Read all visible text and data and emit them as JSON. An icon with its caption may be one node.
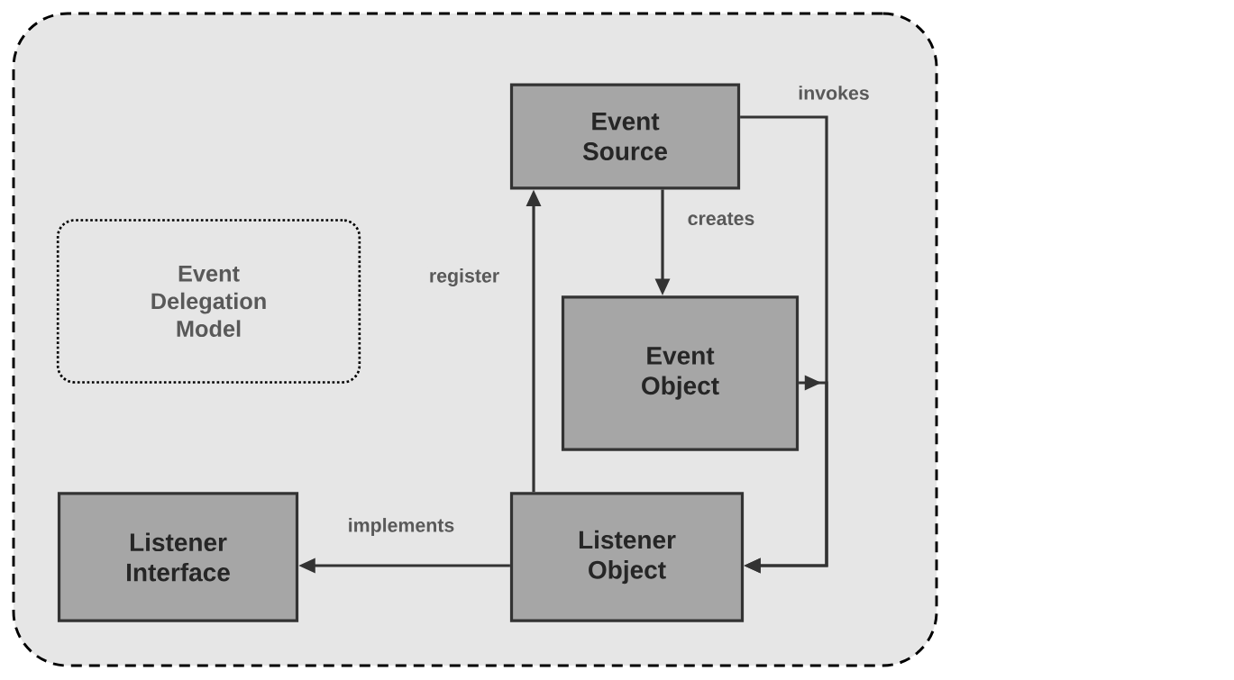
{
  "diagram": {
    "nodes": [
      {
        "text": [],
        "shape": "box"
      },
      {
        "text": [
          "Event Source"
        ],
        "in": 0
      },
      {
        "text": [
          "Event Delegation Model"
        ],
        "in": 0
      },
      {
        "text": [
          "Event Object"
        ],
        "in": 0
      },
      {
        "text": [
          "Listener Interface"
        ],
        "in": 0
      },
      {
        "text": [
          "Listener Object"
        ],
        "in": 0
      }
    ],
    "edges": [
      {
        "from": 1,
        "to": 3,
        "arrow": "to",
        "label": "creates"
      },
      {
        "from": 5,
        "to": 1,
        "arrow": "to",
        "label": "register"
      },
      {
        "from": 5,
        "to": 4,
        "arrow": "to",
        "label": "implements"
      },
      {
        "from": 1,
        "to": 5,
        "arrow": "to",
        "label": "invokes"
      },
      {
        "from": 3,
        "to": 5,
        "arrow": "to"
      }
    ]
  }
}
